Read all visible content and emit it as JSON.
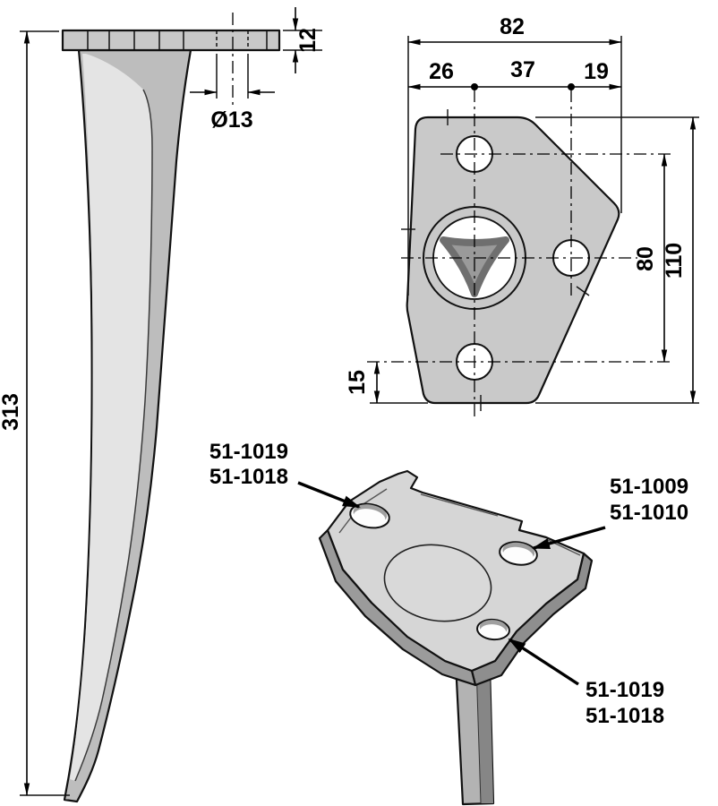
{
  "side_view": {
    "dim_overall_length": "313",
    "dim_flange_thickness": "12",
    "dim_hole_diameter": "Ø13"
  },
  "top_view": {
    "dim_overall_width": "82",
    "dim_left_hole_offset": "26",
    "dim_hole_spacing_h": "37",
    "dim_right_edge_offset": "19",
    "dim_hole_spacing_v": "80",
    "dim_overall_height": "110",
    "dim_bottom_hole_offset": "15"
  },
  "iso_view": {
    "callout_top_left": {
      "line1": "51-1019",
      "line2": "51-1018"
    },
    "callout_right": {
      "line1": "51-1009",
      "line2": "51-1010"
    },
    "callout_bottom_right": {
      "line1": "51-1019",
      "line2": "51-1018"
    }
  },
  "colors": {
    "outline": "#111111",
    "metal_light": "#d6d6d6",
    "metal_mid": "#bdbdbd",
    "metal_dark": "#8a8a8a",
    "background": "#ffffff"
  }
}
